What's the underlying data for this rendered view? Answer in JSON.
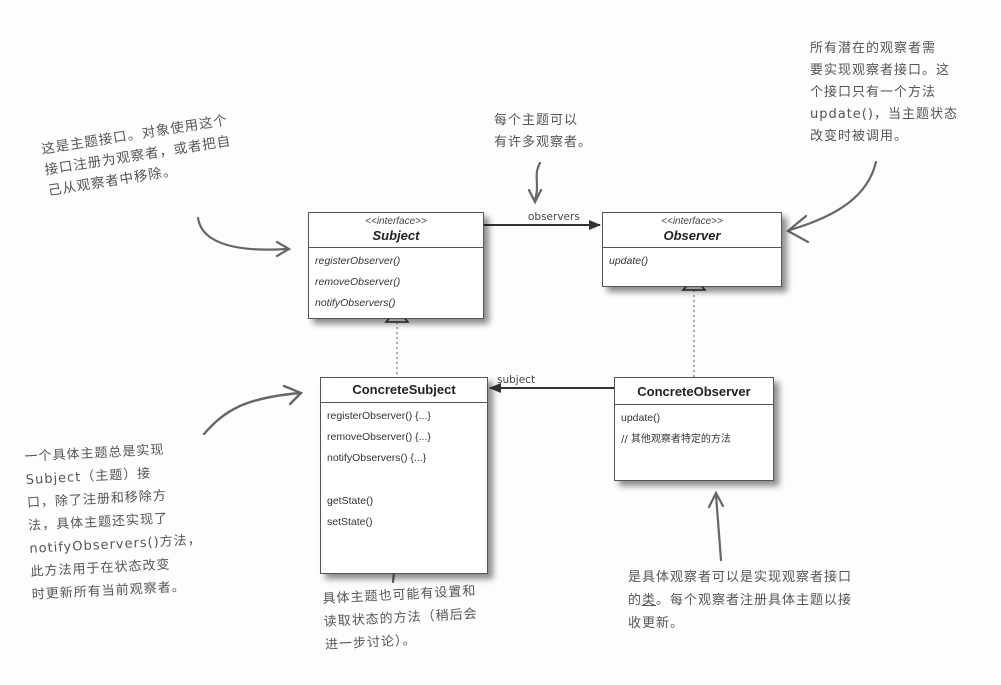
{
  "diagram": {
    "type": "UML class diagram — Observer pattern",
    "classes": {
      "subject": {
        "stereotype": "<<interface>>",
        "name": "Subject",
        "methods": [
          "registerObserver()",
          "removeObserver()",
          "notifyObservers()"
        ]
      },
      "observer": {
        "stereotype": "<<interface>>",
        "name": "Observer",
        "methods": [
          "update()"
        ]
      },
      "concrete_subject": {
        "name": "ConcreteSubject",
        "methods": [
          "registerObserver() {...}",
          "removeObserver() {...}",
          "notifyObservers() {...}"
        ],
        "state_methods": [
          "getState()",
          "setState()"
        ]
      },
      "concrete_observer": {
        "name": "ConcreteObserver",
        "methods": [
          "update()",
          "// 其他观察者特定的方法"
        ]
      }
    },
    "associations": {
      "observers_label": "observers",
      "subject_label": "subject"
    },
    "relationships": [
      {
        "from": "Subject",
        "to": "Observer",
        "type": "association",
        "label": "observers"
      },
      {
        "from": "ConcreteSubject",
        "to": "Subject",
        "type": "realization"
      },
      {
        "from": "ConcreteObserver",
        "to": "Observer",
        "type": "realization"
      },
      {
        "from": "ConcreteObserver",
        "to": "ConcreteSubject",
        "type": "association",
        "label": "subject"
      }
    ]
  },
  "annotations": {
    "subject_interface": "这是主题接口。对象使用这个\n接口注册为观察者，或者把自\n己从观察者中移除。",
    "many_observers": "每个主题可以\n有许多观察者。",
    "observer_interface": "所有潜在的观察者需\n要实现观察者接口。这\n个接口只有一个方法\nupdate()，当主题状态\n改变时被调用。",
    "concrete_subject": "一个具体主题总是实现\nSubject（主题）接\n口，除了注册和移除方\n法，具体主题还实现了\nnotifyObservers()方法，\n此方法用于在状态改变\n时更新所有当前观察者。",
    "state_methods": "具体主题也可能有设置和\n读取状态的方法（稍后会\n进一步讨论）。",
    "concrete_observer_line1": "是具体观察者可以是实现观察者接口",
    "concrete_observer_line2_a": "的",
    "concrete_observer_line2_b": "类",
    "concrete_observer_line2_c": "。每个观察者注册具体主题以接",
    "concrete_observer_line3": "收更新。"
  },
  "colors": {
    "ink": "#555555",
    "box_border": "#555555",
    "background": "#fdfdfc"
  }
}
